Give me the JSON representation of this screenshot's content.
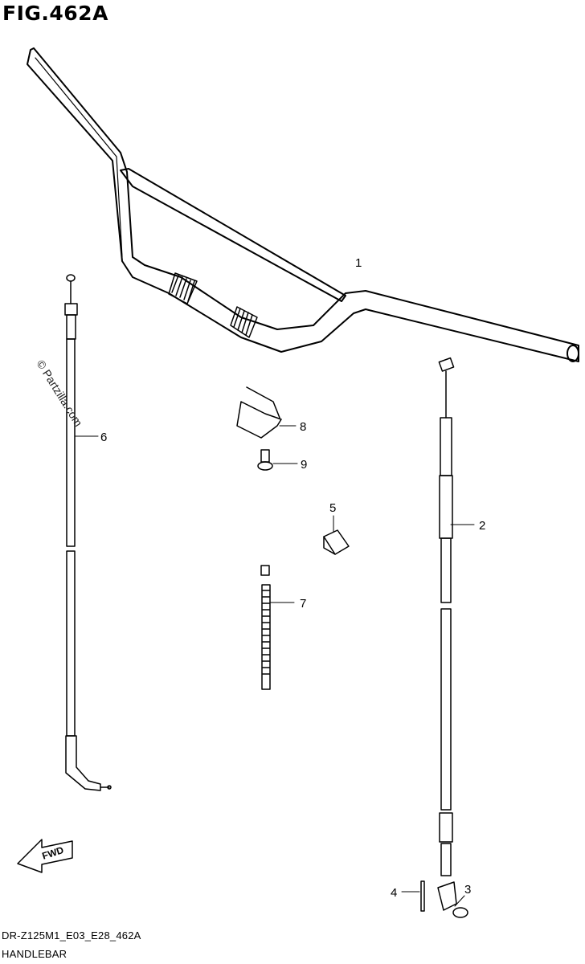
{
  "figure": {
    "title": "FIG.462A",
    "code": "DR-Z125M1_E03_E28_462A",
    "name": "HANDLEBAR"
  },
  "callouts": [
    "1",
    "2",
    "3",
    "4",
    "5",
    "6",
    "7",
    "8",
    "9"
  ],
  "fwd_label": "FWD",
  "watermark": "© Partzilla.com",
  "colors": {
    "line": "#000000",
    "background": "#ffffff"
  }
}
